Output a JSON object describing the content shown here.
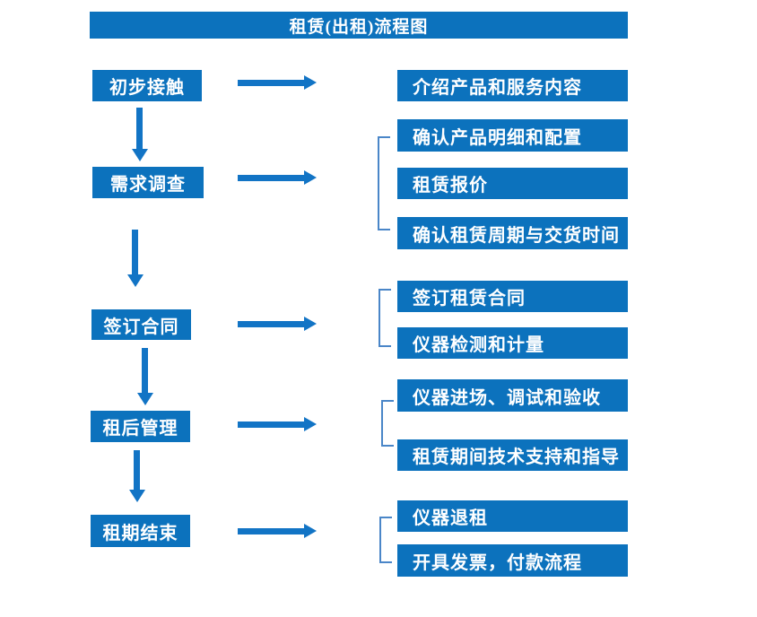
{
  "title": "租赁(出租)流程图",
  "colors": {
    "primary": "#0c72bd",
    "arrow": "#1274c5",
    "bracket": "#4a86c8"
  },
  "flow": {
    "steps": [
      {
        "label": "初步接触",
        "children": [
          "介绍产品和服务内容"
        ]
      },
      {
        "label": "需求调查",
        "children": [
          "确认产品明细和配置",
          "租赁报价",
          "确认租赁周期与交货时间"
        ]
      },
      {
        "label": "签订合同",
        "children": [
          "签订租赁合同",
          "仪器检测和计量"
        ]
      },
      {
        "label": "租后管理",
        "children": [
          "仪器进场、调试和验收",
          "租赁期间技术支持和指导"
        ]
      },
      {
        "label": "租期结束",
        "children": [
          "仪器退租",
          "开具发票，付款流程"
        ]
      }
    ]
  }
}
